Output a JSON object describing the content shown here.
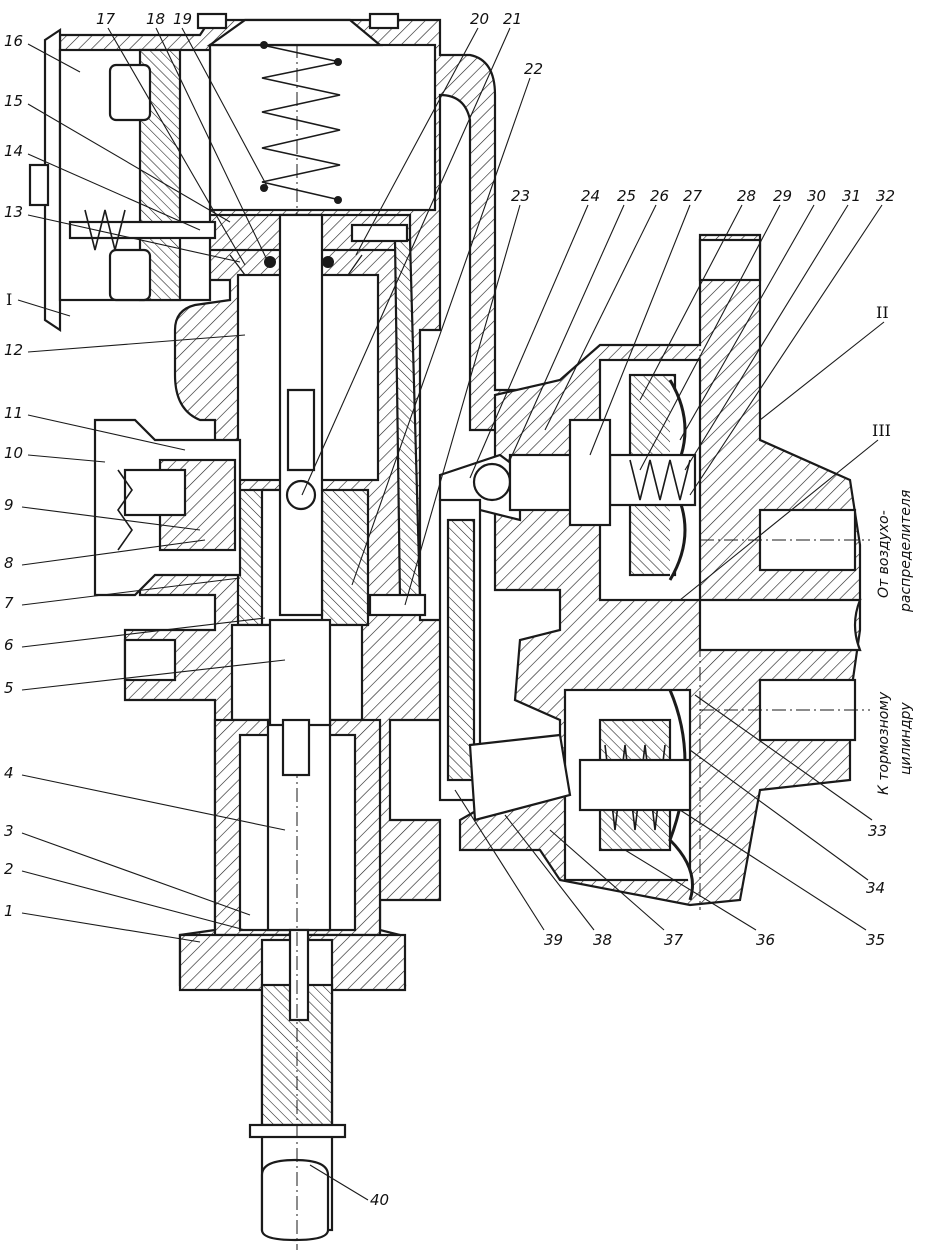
{
  "callouts": [
    {
      "id": "1",
      "label": "1"
    },
    {
      "id": "2",
      "label": "2"
    },
    {
      "id": "3",
      "label": "3"
    },
    {
      "id": "4",
      "label": "4"
    },
    {
      "id": "5",
      "label": "5"
    },
    {
      "id": "6",
      "label": "6"
    },
    {
      "id": "7",
      "label": "7"
    },
    {
      "id": "8",
      "label": "8"
    },
    {
      "id": "9",
      "label": "9"
    },
    {
      "id": "10",
      "label": "10"
    },
    {
      "id": "11",
      "label": "11"
    },
    {
      "id": "12",
      "label": "12"
    },
    {
      "id": "13",
      "label": "13"
    },
    {
      "id": "14",
      "label": "14"
    },
    {
      "id": "15",
      "label": "15"
    },
    {
      "id": "16",
      "label": "16"
    },
    {
      "id": "17",
      "label": "17"
    },
    {
      "id": "18",
      "label": "18"
    },
    {
      "id": "19",
      "label": "19"
    },
    {
      "id": "20",
      "label": "20"
    },
    {
      "id": "21",
      "label": "21"
    },
    {
      "id": "22",
      "label": "22"
    },
    {
      "id": "23",
      "label": "23"
    },
    {
      "id": "24",
      "label": "24"
    },
    {
      "id": "25",
      "label": "25"
    },
    {
      "id": "26",
      "label": "26"
    },
    {
      "id": "27",
      "label": "27"
    },
    {
      "id": "28",
      "label": "28"
    },
    {
      "id": "29",
      "label": "29"
    },
    {
      "id": "30",
      "label": "30"
    },
    {
      "id": "31",
      "label": "31"
    },
    {
      "id": "32",
      "label": "32"
    },
    {
      "id": "33",
      "label": "33"
    },
    {
      "id": "34",
      "label": "34"
    },
    {
      "id": "35",
      "label": "35"
    },
    {
      "id": "36",
      "label": "36"
    },
    {
      "id": "37",
      "label": "37"
    },
    {
      "id": "38",
      "label": "38"
    },
    {
      "id": "39",
      "label": "39"
    },
    {
      "id": "40",
      "label": "40"
    }
  ],
  "section_marks": {
    "I": "I",
    "II": "II",
    "III": "III"
  },
  "port_notes": {
    "from_distributor_line1": "От воздухо-",
    "from_distributor_line2": "распределителя",
    "to_cylinder_line1": "К тормозному",
    "to_cylinder_line2": "цилиндру"
  }
}
